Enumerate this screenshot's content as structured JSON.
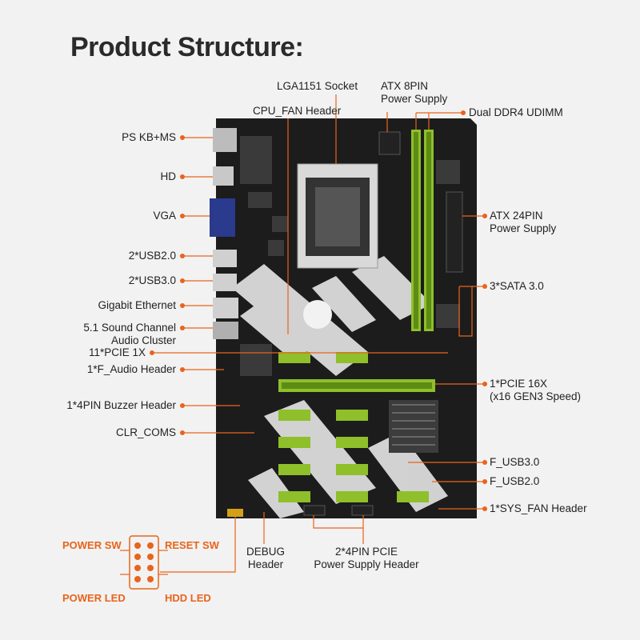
{
  "title": "Product Structure:",
  "colors": {
    "accent": "#e8641b",
    "board": "#1c1c1c",
    "slot_green": "#8fbf2a",
    "line": "#e8641b"
  },
  "labels_left": {
    "ps_kb_ms": "PS KB+MS",
    "hd": "HD",
    "vga": "VGA",
    "usb20": "2*USB2.0",
    "usb30": "2*USB3.0",
    "gigabit": "Gigabit Ethernet",
    "sound1": "5.1 Sound Channel",
    "sound2": "Audio Cluster",
    "pcie1x": "11*PCIE 1X",
    "f_audio": "1*F_Audio Header",
    "buzzer": "1*4PIN Buzzer Header",
    "clr": "CLR_COMS"
  },
  "labels_top": {
    "lga1": "LGA1151 Socket",
    "atx8_1": "ATX 8PIN",
    "atx8_2": "Power Supply",
    "cpufan": "CPU_FAN Header",
    "ddr4": "Dual DDR4 UDIMM"
  },
  "labels_right": {
    "atx24_1": "ATX 24PIN",
    "atx24_2": "Power Supply",
    "sata": "3*SATA 3.0",
    "pcie16_1": "1*PCIE 16X",
    "pcie16_2": "(x16 GEN3 Speed)",
    "f_usb30": "F_USB3.0",
    "f_usb20": "F_USB2.0",
    "sysfan": "1*SYS_FAN Header"
  },
  "labels_bottom": {
    "debug1": "DEBUG",
    "debug2": "Header",
    "pcie4_1": "2*4PIN PCIE",
    "pcie4_2": "Power Supply Header"
  },
  "panel": {
    "power_sw": "POWER SW",
    "reset_sw": "RESET SW",
    "power_led": "POWER LED",
    "hdd_led": "HDD  LED"
  }
}
